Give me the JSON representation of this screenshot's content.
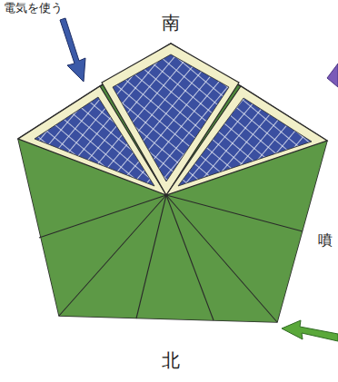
{
  "diagram": {
    "labels": [
      "電気を使う",
      "南",
      "北",
      "噴"
    ]
  }
}
